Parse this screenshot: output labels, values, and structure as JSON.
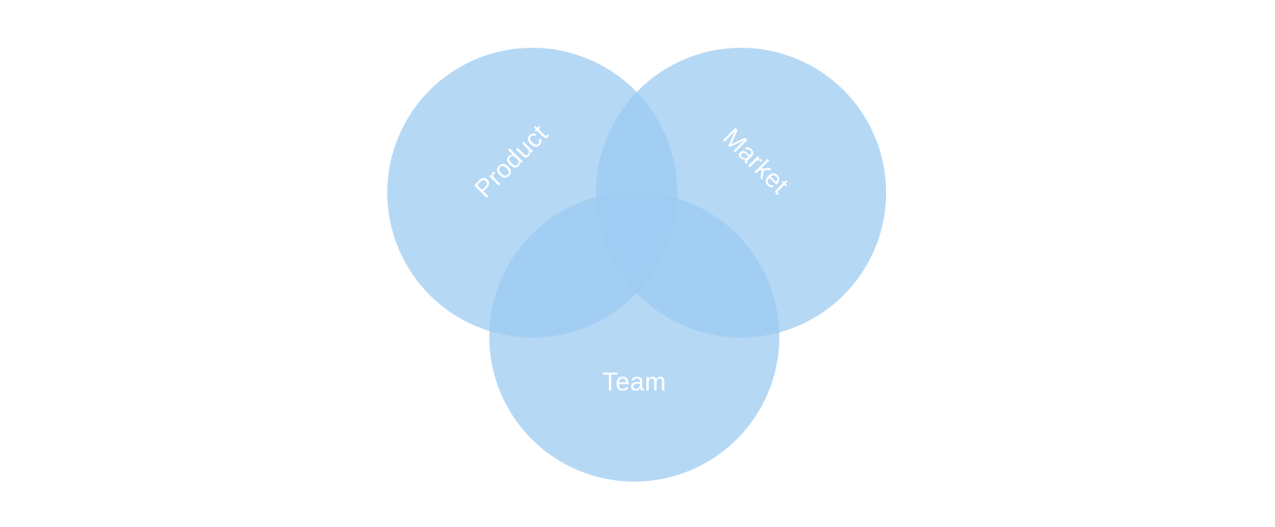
{
  "diagram": {
    "type": "venn",
    "colors": {
      "circle_fill": "#9ccbf1",
      "label": "#ffffff",
      "background": "#ffffff"
    },
    "circles": [
      {
        "label": "Product"
      },
      {
        "label": "Market"
      },
      {
        "label": "Team"
      }
    ]
  }
}
